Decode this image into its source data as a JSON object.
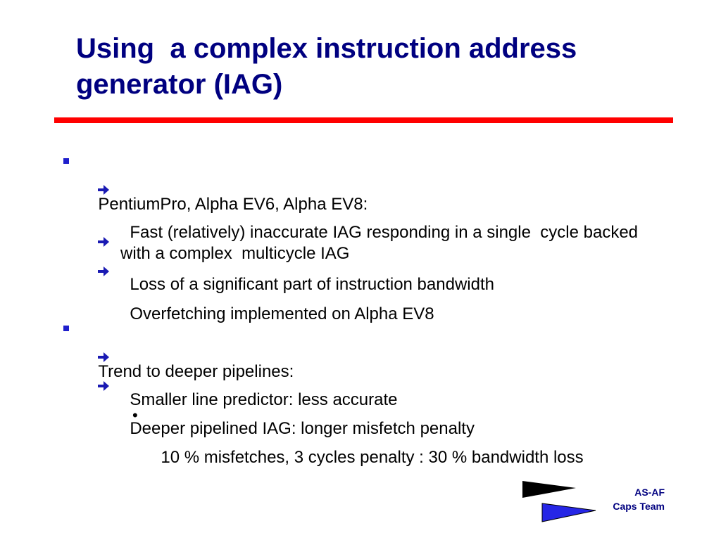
{
  "slide": {
    "title": "Using  a complex instruction address generator (IAG)",
    "bullets": [
      {
        "text": "PentiumPro, Alpha EV6, Alpha EV8:",
        "sub": [
          {
            "text": "Fast (relatively) inaccurate IAG responding in a single  cycle backed with a complex  multicycle IAG"
          },
          {
            "text": "Loss of a significant part of instruction bandwidth"
          },
          {
            "text": "Overfetching implemented on Alpha EV8"
          }
        ]
      },
      {
        "text": "Trend to deeper pipelines:",
        "sub": [
          {
            "text": "Smaller line predictor: less accurate"
          },
          {
            "text": "Deeper pipelined IAG: longer misfetch penalty",
            "sub": [
              {
                "text": "10 % misfetches, 3 cycles penalty : 30 % bandwidth loss"
              }
            ]
          }
        ]
      }
    ]
  },
  "footer": {
    "logo_line1": "AS-AF",
    "logo_line2": "Caps Team",
    "logo_icon": "flag-pennants-icon"
  },
  "colors": {
    "title": "#000080",
    "rule": "#ff0000",
    "bullet_square": "#1f1fcc",
    "arrow": "#1a1ab3",
    "logo_black": "#000000",
    "logo_blue": "#2626e6"
  }
}
